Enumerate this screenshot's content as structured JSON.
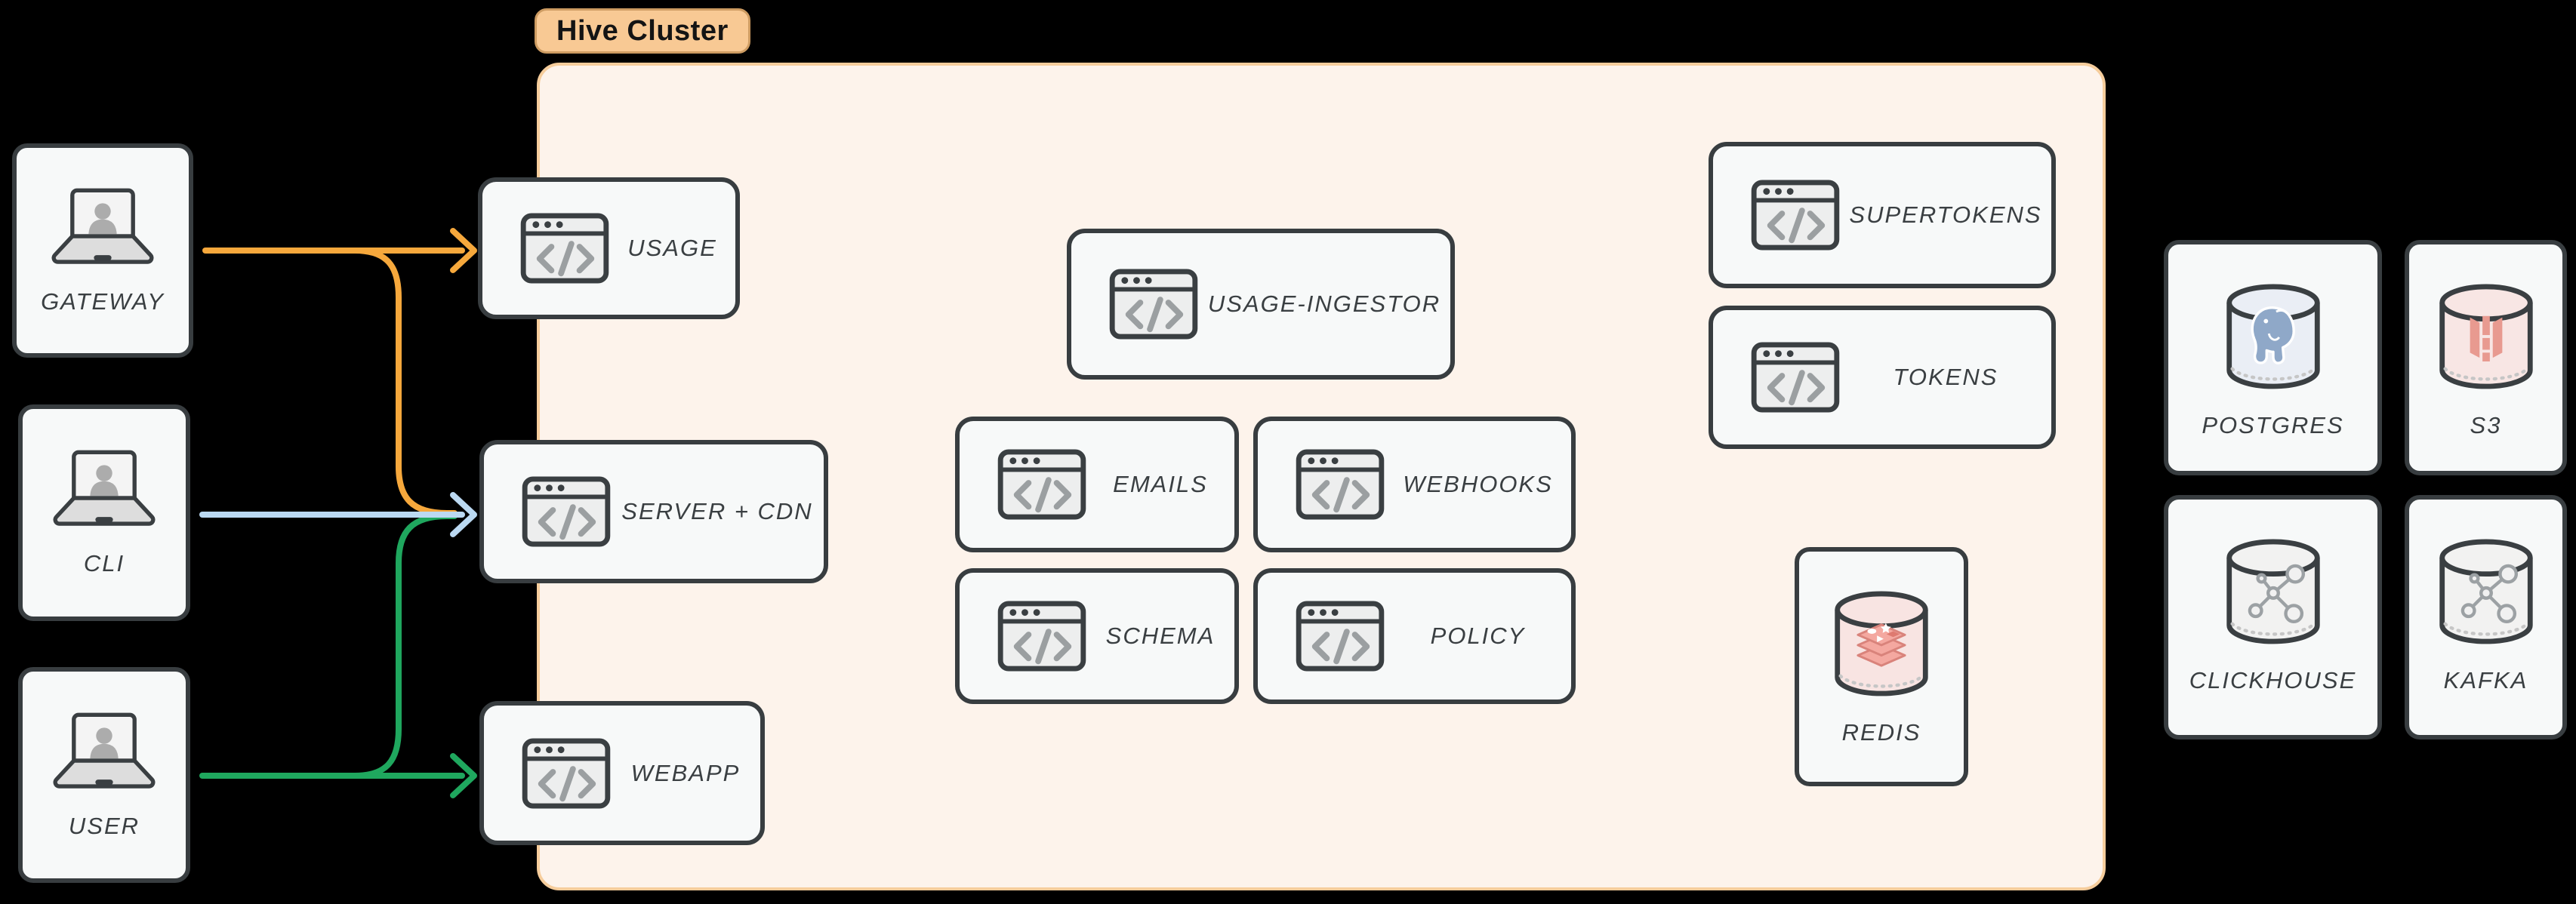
{
  "badge": {
    "label": "Hive Cluster"
  },
  "nodes": {
    "gateway": {
      "label": "GATEWAY",
      "icon": "laptop-user-icon"
    },
    "cli": {
      "label": "CLI",
      "icon": "laptop-user-icon"
    },
    "user": {
      "label": "USER",
      "icon": "laptop-user-icon"
    },
    "usage": {
      "label": "USAGE",
      "icon": "code-window-icon"
    },
    "server_cdn": {
      "label": "SERVER + CDN",
      "icon": "code-window-icon"
    },
    "webapp": {
      "label": "WEBAPP",
      "icon": "code-window-icon"
    },
    "usage_ingestor": {
      "label": "USAGE-INGESTOR",
      "icon": "code-window-icon"
    },
    "emails": {
      "label": "EMAILS",
      "icon": "code-window-icon"
    },
    "webhooks": {
      "label": "WEBHOOKS",
      "icon": "code-window-icon"
    },
    "schema": {
      "label": "SCHEMA",
      "icon": "code-window-icon"
    },
    "policy": {
      "label": "POLICY",
      "icon": "code-window-icon"
    },
    "supertokens": {
      "label": "SUPERTOKENS",
      "icon": "code-window-icon"
    },
    "tokens": {
      "label": "TOKENS",
      "icon": "code-window-icon"
    },
    "redis": {
      "label": "REDIS",
      "icon": "redis-database-icon"
    },
    "postgres": {
      "label": "POSTGRES",
      "icon": "postgres-database-icon"
    },
    "s3": {
      "label": "S3",
      "icon": "s3-database-icon"
    },
    "clickhouse": {
      "label": "CLICKHOUSE",
      "icon": "network-database-icon"
    },
    "kafka": {
      "label": "KAFKA",
      "icon": "network-database-icon"
    }
  },
  "edges": [
    {
      "from": "GATEWAY",
      "to": "USAGE",
      "color": "#F6A83C"
    },
    {
      "from": "GATEWAY",
      "to": "SERVER + CDN",
      "color": "#F6A83C"
    },
    {
      "from": "CLI",
      "to": "SERVER + CDN",
      "color": "#BBD9F2"
    },
    {
      "from": "USER",
      "to": "SERVER + CDN",
      "color": "#1FA75E"
    },
    {
      "from": "USER",
      "to": "WEBAPP",
      "color": "#1FA75E"
    }
  ],
  "colors": {
    "background": "#000000",
    "cluster_fill": "#FDF3EB",
    "cluster_border": "#F6CD9C",
    "badge_bg": "#F8C994",
    "badge_border": "#CE9C62",
    "node_fill": "#F7F9F9",
    "node_border": "#383D40",
    "label_text": "#3A3F42",
    "arrow_orange": "#F6A83C",
    "arrow_blue": "#BBD9F2",
    "arrow_green": "#1FA75E",
    "postgres_logo": "#8FA8C8",
    "s3_logo": "#E89A90",
    "redis_logo": "#F4A8A0",
    "network_logo": "#9CA1A4"
  }
}
